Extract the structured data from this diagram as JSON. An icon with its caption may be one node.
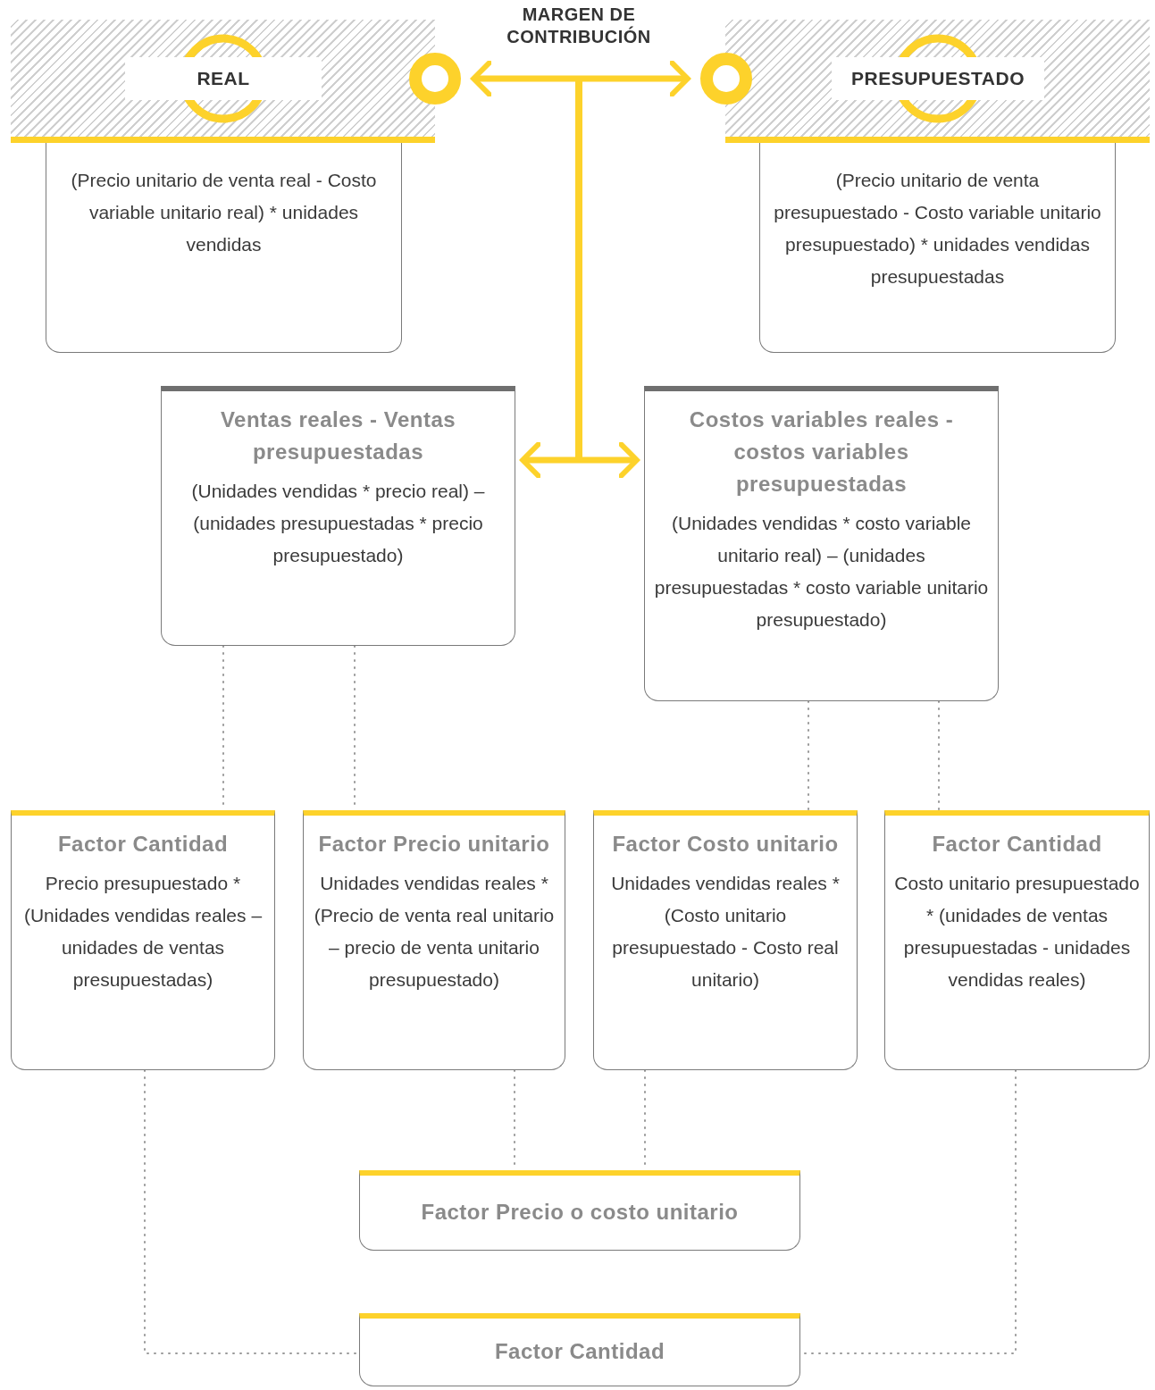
{
  "diagram": {
    "nodes": [
      {
        "text": [
          "REAL",
          "(Precio unitario de venta real - Costo variable unitario real) * unidades vendidas"
        ]
      },
      {
        "text": [
          "PRESUPUESTADO",
          "(Precio unitario de venta presupuestado - Costo variable unitario presupuestado) * unidades vendidas presupuestadas"
        ]
      },
      {
        "text": [
          "Ventas reales - Ventas presupuestadas",
          "(Unidades vendidas * precio real) – (unidades presupuestadas * precio presupuestado)"
        ]
      },
      {
        "text": [
          "Costos variables reales - costos variables presupuestadas",
          "(Unidades vendidas * costo variable unitario real) – (unidades presupuestadas * costo variable unitario presupuestado)"
        ]
      },
      {
        "text": [
          "Factor Cantidad",
          "Precio presupuestado *(Unidades vendidas reales –unidades de ventas presupuestadas)"
        ]
      },
      {
        "text": [
          "Factor Precio unitario",
          "Unidades vendidas reales *(Precio de venta real unitario – precio de venta unitario presupuestado)"
        ]
      },
      {
        "text": [
          "Factor Costo unitario",
          "Unidades vendidas reales *(Costo unitario presupuestado - Costo real unitario)"
        ]
      },
      {
        "text": [
          "Factor Cantidad",
          "Costo unitario presupuestado * (unidades de ventas presupuestadas - unidades vendidas reales)"
        ]
      },
      {
        "text": [
          "Factor Precio o costo unitario"
        ]
      },
      {
        "text": [
          "Factor Cantidad"
        ]
      }
    ],
    "edges": [
      {
        "from": 0,
        "to": 1,
        "arrow": "both",
        "style": "thick",
        "color": "#fdd22b"
      },
      {
        "from": 2,
        "to": 3,
        "arrow": "both",
        "style": "thick",
        "color": "#fdd22b"
      },
      {
        "from": 2,
        "to": 4,
        "arrow": "none",
        "style": "dashed"
      },
      {
        "from": 2,
        "to": 5,
        "arrow": "none",
        "style": "dashed"
      },
      {
        "from": 3,
        "to": 6,
        "arrow": "none",
        "style": "dashed"
      },
      {
        "from": 3,
        "to": 7,
        "arrow": "none",
        "style": "dashed"
      },
      {
        "from": 5,
        "to": 8,
        "arrow": "none",
        "style": "dashed"
      },
      {
        "from": 6,
        "to": 8,
        "arrow": "none",
        "style": "dashed"
      },
      {
        "from": 4,
        "to": 9,
        "arrow": "none",
        "style": "dashed"
      },
      {
        "from": 7,
        "to": 9,
        "arrow": "none",
        "style": "dashed"
      }
    ],
    "labels": [
      "MARGEN DE CONTRIBUCIÓN"
    ]
  }
}
